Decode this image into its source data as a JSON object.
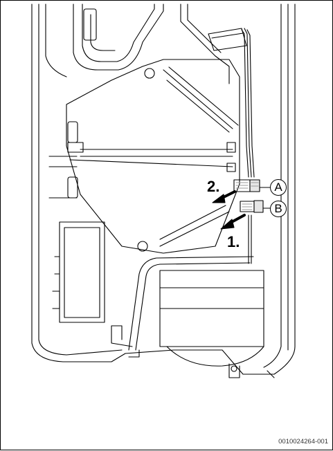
{
  "steps": {
    "first": "1.",
    "second": "2."
  },
  "callouts": {
    "a": "A",
    "b": "B"
  },
  "figure_ref": "0010024264-001",
  "colors": {
    "stroke": "#000000",
    "hatch": "#9a9a9a",
    "arrow": "#000000",
    "background": "#ffffff"
  }
}
